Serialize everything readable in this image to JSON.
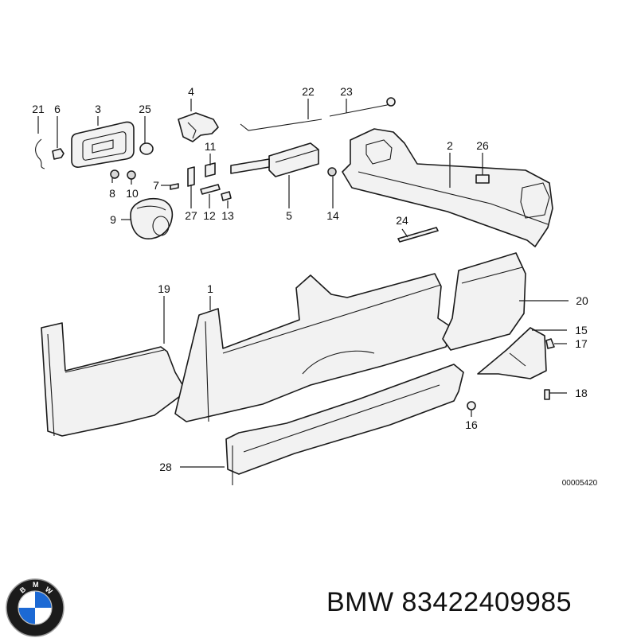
{
  "diagram": {
    "part_labels": {
      "p1": "1",
      "p2": "2",
      "p3": "3",
      "p4": "4",
      "p5": "5",
      "p6": "6",
      "p7": "7",
      "p8": "8",
      "p9": "9",
      "p10": "10",
      "p11": "11",
      "p12": "12",
      "p13": "13",
      "p14": "14",
      "p15": "15",
      "p16": "16",
      "p17": "17",
      "p18": "18",
      "p19": "19",
      "p20": "20",
      "p21": "21",
      "p22": "22",
      "p23": "23",
      "p24": "24",
      "p25": "25",
      "p26": "26",
      "p27": "27",
      "p28": "28"
    },
    "reference_code": "00005420"
  },
  "caption": {
    "brand": "BMW",
    "part_number": "83422409985"
  },
  "logo": {
    "name": "bmw-roundel-logo",
    "text": "BMW",
    "colors": {
      "ring": "#1b1b1b",
      "blue": "#1c69d4",
      "white": "#ffffff"
    }
  }
}
